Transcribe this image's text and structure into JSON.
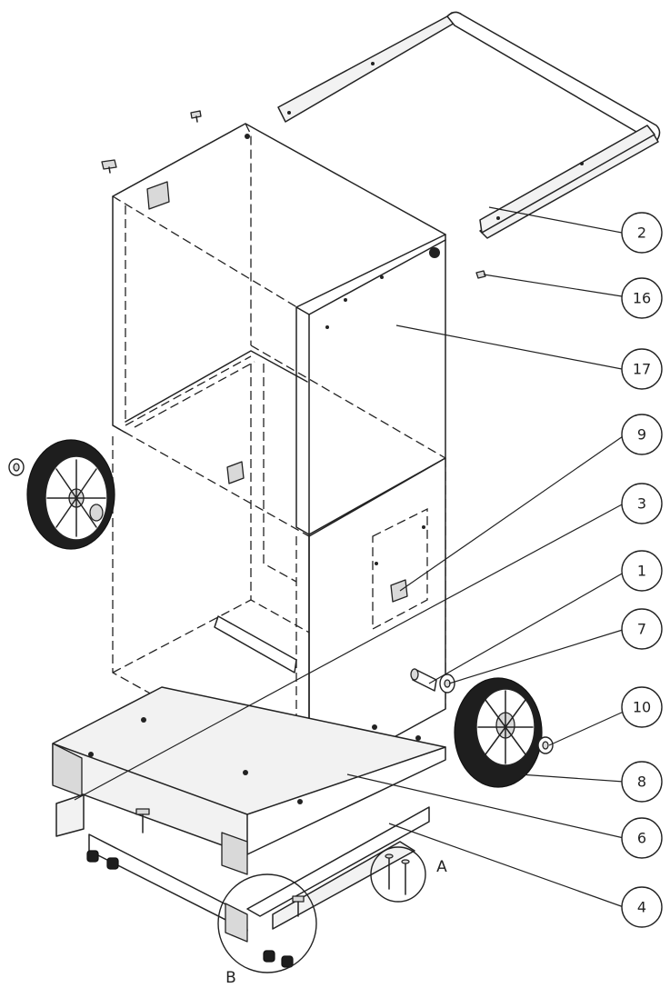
{
  "callouts": [
    {
      "label": "2"
    },
    {
      "label": "16"
    },
    {
      "label": "17"
    },
    {
      "label": "9"
    },
    {
      "label": "3"
    },
    {
      "label": "1"
    },
    {
      "label": "7"
    },
    {
      "label": "10"
    },
    {
      "label": "8"
    },
    {
      "label": "6"
    },
    {
      "label": "4"
    }
  ],
  "detail_labels": {
    "a": "A",
    "b": "B"
  }
}
